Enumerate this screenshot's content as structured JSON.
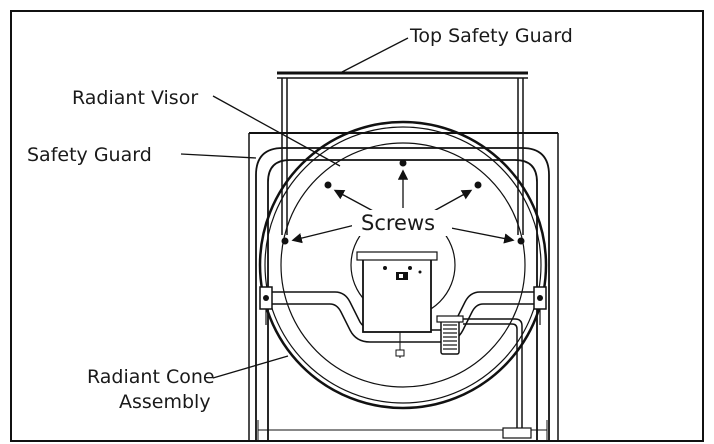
{
  "labels": {
    "top_safety_guard": "Top Safety Guard",
    "radiant_visor": "Radiant Visor",
    "safety_guard": "Safety Guard",
    "screws": "Screws",
    "radiant_cone_line1": "Radiant Cone",
    "radiant_cone_line2": "Assembly"
  },
  "colors": {
    "line": "#111111",
    "background": "#ffffff"
  }
}
